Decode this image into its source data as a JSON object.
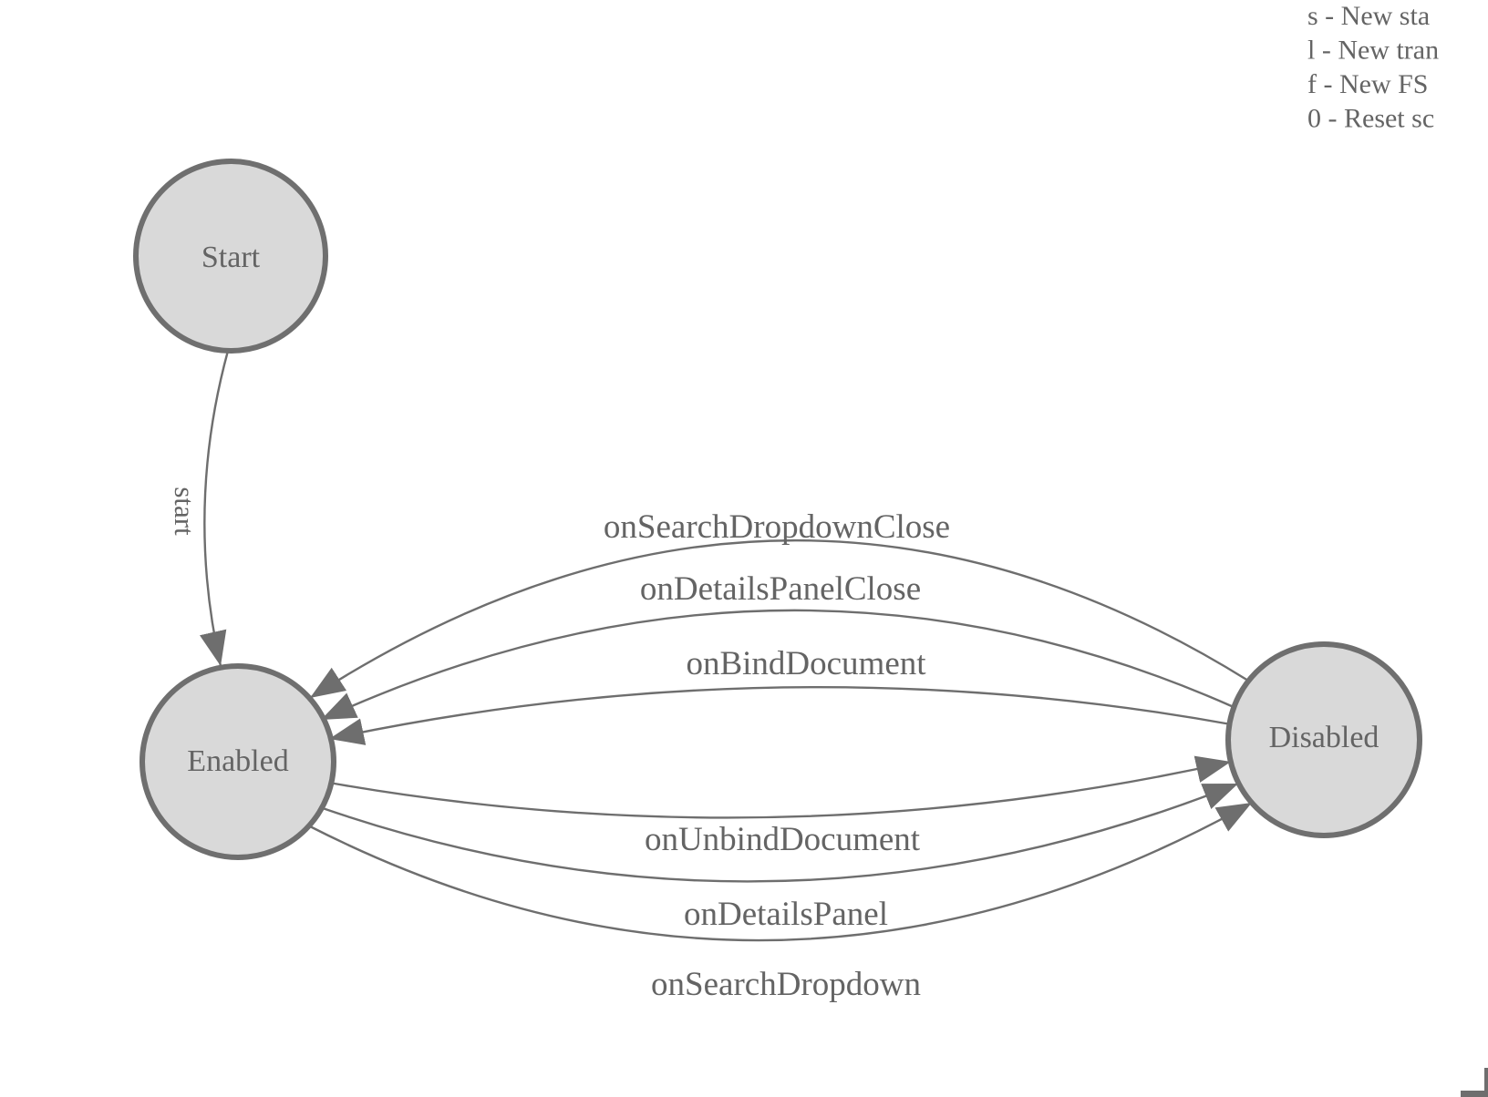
{
  "colors": {
    "node_fill": "#d9d9d9",
    "node_stroke": "#6f6f6f",
    "edge_stroke": "#6e6e6e",
    "label_text": "#646464"
  },
  "legend": {
    "lines": [
      "s - New sta",
      "l - New tran",
      "f - New FS",
      "0 - Reset sc"
    ]
  },
  "diagram": {
    "type": "state-machine",
    "nodes": [
      {
        "id": "start",
        "label": "Start"
      },
      {
        "id": "enabled",
        "label": "Enabled"
      },
      {
        "id": "disabled",
        "label": "Disabled"
      }
    ],
    "edges": [
      {
        "label": "start",
        "from": "Start",
        "to": "Enabled"
      },
      {
        "label": "onSearchDropdownClose",
        "from": "Disabled",
        "to": "Enabled"
      },
      {
        "label": "onDetailsPanelClose",
        "from": "Disabled",
        "to": "Enabled"
      },
      {
        "label": "onBindDocument",
        "from": "Disabled",
        "to": "Enabled"
      },
      {
        "label": "onUnbindDocument",
        "from": "Enabled",
        "to": "Disabled"
      },
      {
        "label": "onDetailsPanel",
        "from": "Enabled",
        "to": "Disabled"
      },
      {
        "label": "onSearchDropdown",
        "from": "Enabled",
        "to": "Disabled"
      }
    ]
  }
}
